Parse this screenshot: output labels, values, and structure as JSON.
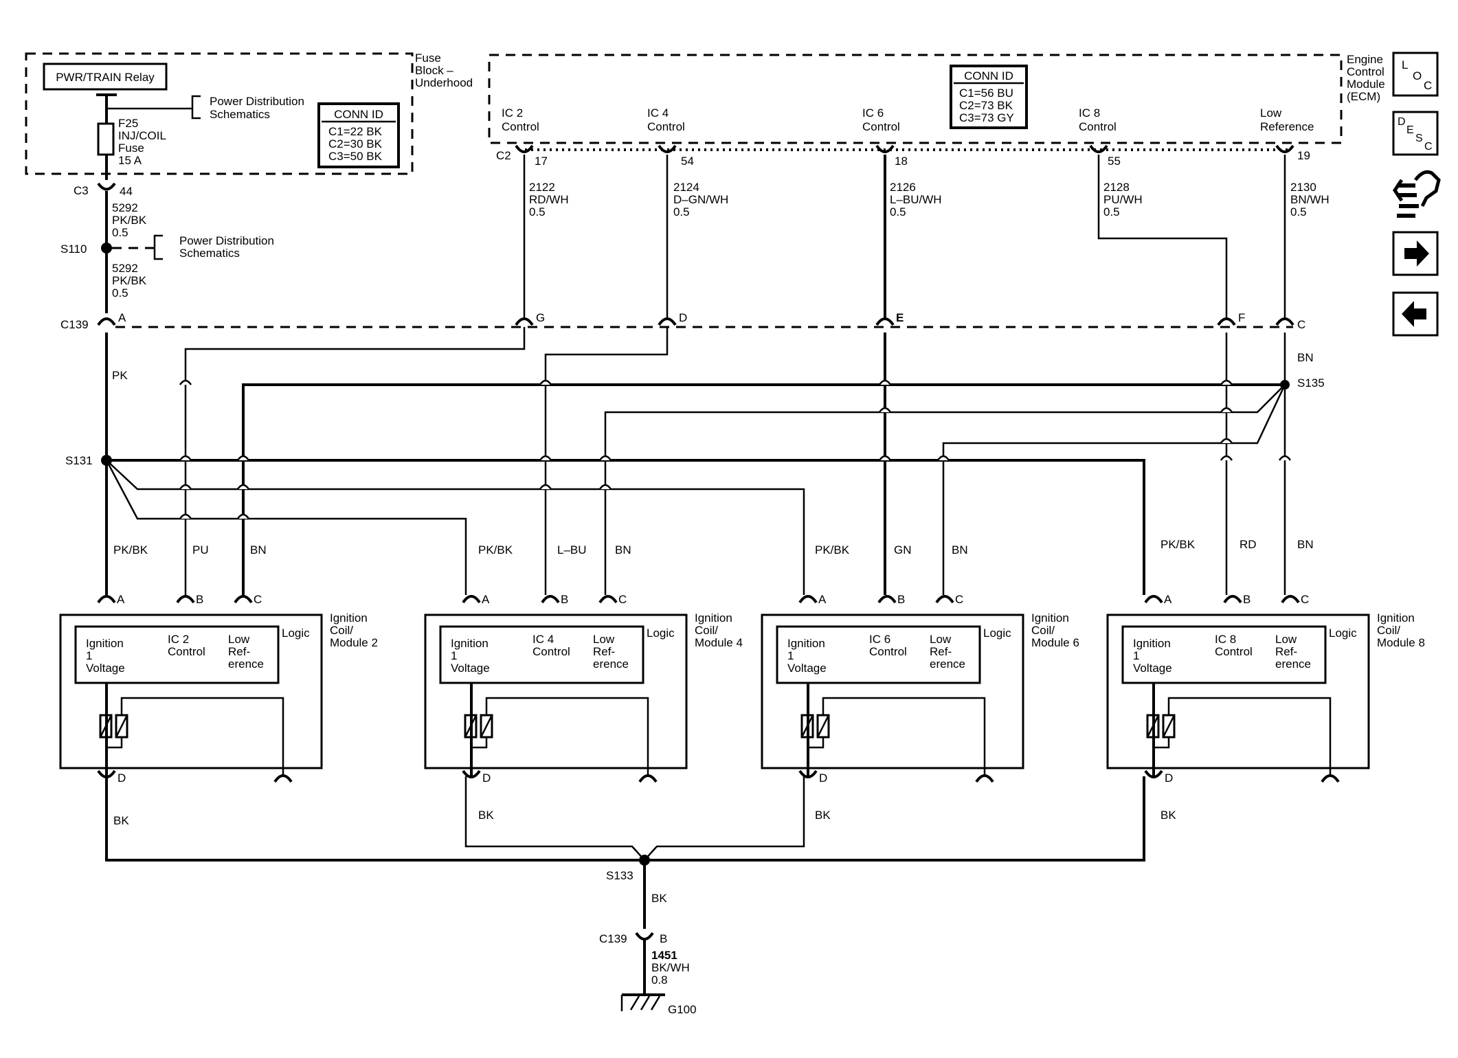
{
  "fuse_block": {
    "title_lines": [
      "Fuse",
      "Block –",
      "Underhood"
    ],
    "relay_label": "PWR/TRAIN Relay",
    "power_dist_lines": [
      "Power Distribution",
      "Schematics"
    ],
    "fuse_lines": [
      "F25",
      "INJ/COIL",
      "Fuse",
      "15 A"
    ],
    "conn_id": {
      "title": "CONN ID",
      "lines": [
        "C1=22 BK",
        "C2=30 BK",
        "C3=50 BK"
      ]
    }
  },
  "ecm": {
    "title_lines": [
      "Engine",
      "Control",
      "Module",
      "(ECM)"
    ],
    "conn_id": {
      "title": "CONN ID",
      "lines": [
        "C1=56 BU",
        "C2=73 BK",
        "C3=73 GY"
      ]
    },
    "pins": [
      {
        "label_lines": [
          "IC 2",
          "Control"
        ],
        "pin": "17",
        "circuit_lines": [
          "2122",
          "RD/WH",
          "0.5"
        ]
      },
      {
        "label_lines": [
          "IC 4",
          "Control"
        ],
        "pin": "54",
        "circuit_lines": [
          "2124",
          "D–GN/WH",
          "0.5"
        ]
      },
      {
        "label_lines": [
          "IC 6",
          "Control"
        ],
        "pin": "18",
        "circuit_lines": [
          "2126",
          "L–BU/WH",
          "0.5"
        ]
      },
      {
        "label_lines": [
          "IC 8",
          "Control"
        ],
        "pin": "55",
        "circuit_lines": [
          "2128",
          "PU/WH",
          "0.5"
        ]
      },
      {
        "label_lines": [
          "Low",
          "Reference"
        ],
        "pin": "19",
        "circuit_lines": [
          "2130",
          "BN/WH",
          "0.5"
        ]
      }
    ],
    "connector": "C2"
  },
  "power_feed": {
    "c3_label": "C3",
    "c3_pin": "44",
    "wire1_lines": [
      "5292",
      "PK/BK",
      "0.5"
    ],
    "splice": "S110",
    "power_dist_lines": [
      "Power Distribution",
      "Schematics"
    ],
    "wire2_lines": [
      "5292",
      "PK/BK",
      "0.5"
    ]
  },
  "c139": {
    "label": "C139",
    "pins": [
      "A",
      "G",
      "D",
      "E",
      "F",
      "C"
    ]
  },
  "harness": {
    "pk": "PK",
    "bn": "BN",
    "s131": "S131",
    "s135": "S135"
  },
  "coils": [
    {
      "title_lines": [
        "Ignition",
        "Coil/",
        "Module 2"
      ],
      "wires": [
        "PK/BK",
        "PU",
        "BN"
      ],
      "pins": [
        "A",
        "B",
        "C"
      ],
      "logic": "Logic",
      "cells": [
        [
          "Ignition",
          "1",
          "Voltage"
        ],
        [
          "IC 2",
          "Control"
        ],
        [
          "Low",
          "Ref-",
          "erence"
        ]
      ],
      "ground_pin": "D",
      "ground_wire": "BK"
    },
    {
      "title_lines": [
        "Ignition",
        "Coil/",
        "Module 4"
      ],
      "wires": [
        "PK/BK",
        "L–BU",
        "BN"
      ],
      "pins": [
        "A",
        "B",
        "C"
      ],
      "logic": "Logic",
      "cells": [
        [
          "Ignition",
          "1",
          "Voltage"
        ],
        [
          "IC 4",
          "Control"
        ],
        [
          "Low",
          "Ref-",
          "erence"
        ]
      ],
      "ground_pin": "D",
      "ground_wire": "BK"
    },
    {
      "title_lines": [
        "Ignition",
        "Coil/",
        "Module 6"
      ],
      "wires": [
        "PK/BK",
        "GN",
        "BN"
      ],
      "pins": [
        "A",
        "B",
        "C"
      ],
      "logic": "Logic",
      "cells": [
        [
          "Ignition",
          "1",
          "Voltage"
        ],
        [
          "IC 6",
          "Control"
        ],
        [
          "Low",
          "Ref-",
          "erence"
        ]
      ],
      "ground_pin": "D",
      "ground_wire": "BK"
    },
    {
      "title_lines": [
        "Ignition",
        "Coil/",
        "Module 8"
      ],
      "wires": [
        "PK/BK",
        "RD",
        "BN"
      ],
      "pins": [
        "A",
        "B",
        "C"
      ],
      "logic": "Logic",
      "cells": [
        [
          "Ignition",
          "1",
          "Voltage"
        ],
        [
          "IC 8",
          "Control"
        ],
        [
          "Low",
          "Ref-",
          "erence"
        ]
      ],
      "ground_pin": "D",
      "ground_wire": "BK"
    }
  ],
  "ground": {
    "splice": "S133",
    "wire": "BK",
    "connector": "C139",
    "pin": "B",
    "circuit_lines": [
      "1451",
      "BK/WH",
      "0.8"
    ],
    "ground_id": "G100"
  },
  "nav": {
    "loc": [
      "L",
      "O",
      "C"
    ],
    "desc": [
      "D",
      "E",
      "S",
      "C"
    ],
    "icons": [
      "harness-icon",
      "forward-arrow-icon",
      "back-arrow-icon"
    ]
  }
}
